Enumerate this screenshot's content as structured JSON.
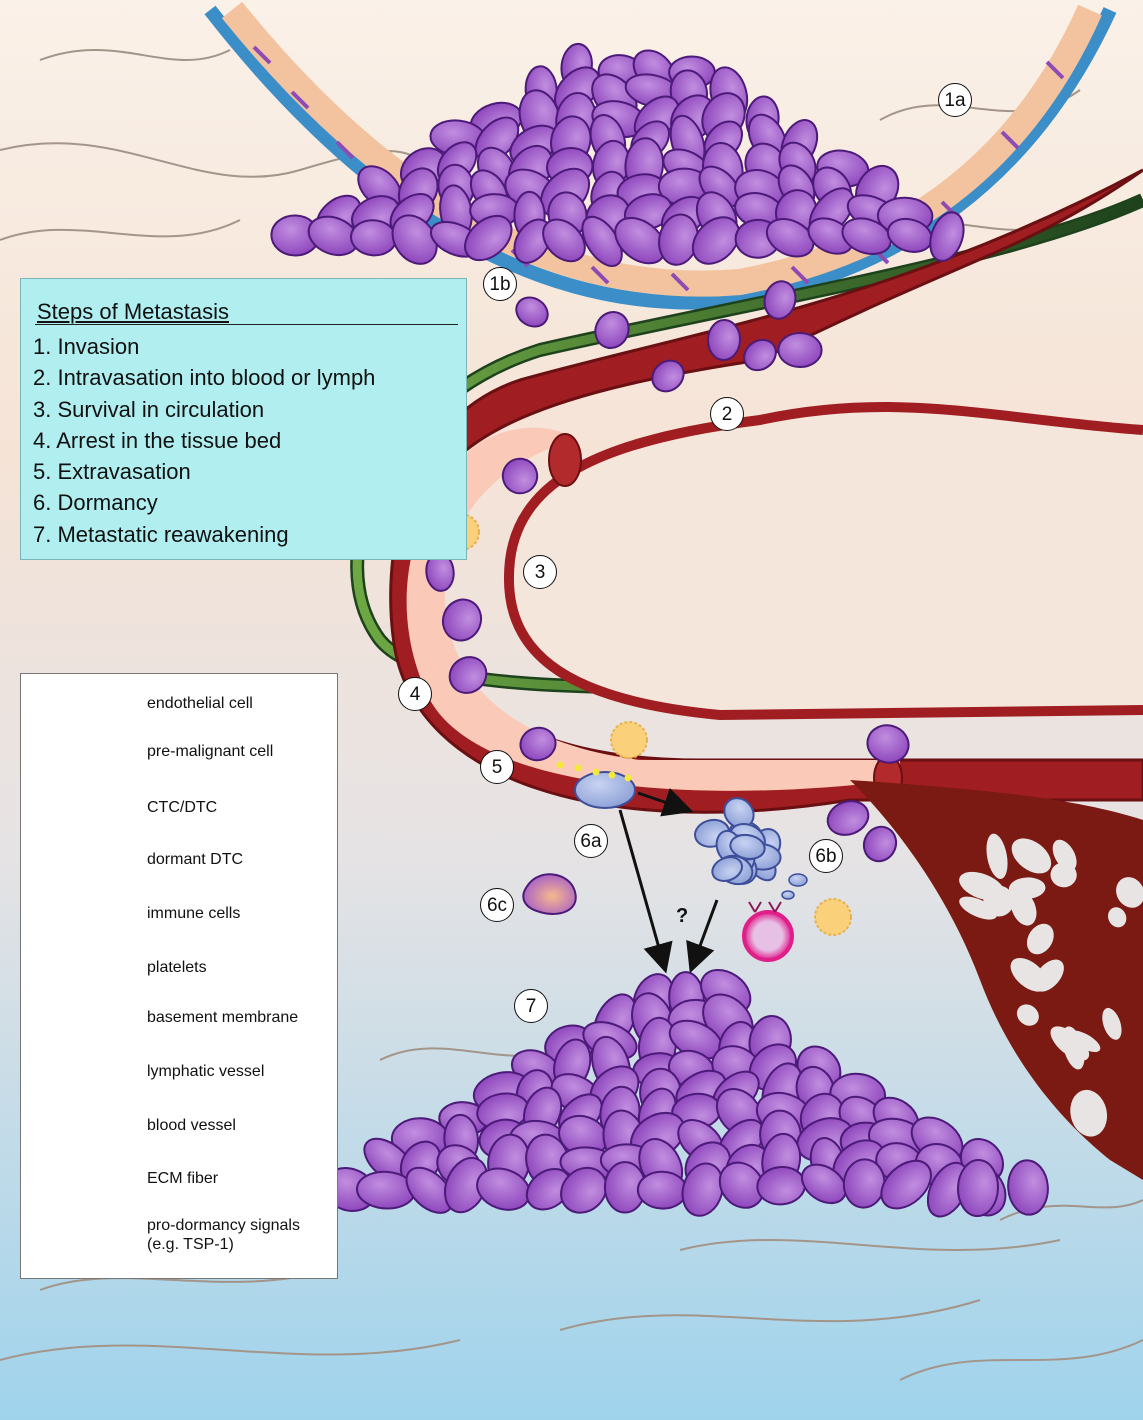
{
  "steps": {
    "title": "Steps of Metastasis",
    "items": [
      "1. Invasion",
      "2. Intravasation into blood or lymph",
      "3. Survival in circulation",
      "4. Arrest in the tissue bed",
      "5. Extravasation",
      "6. Dormancy",
      "7. Metastatic reawakening"
    ]
  },
  "legend": [
    {
      "key": "endothelial",
      "label": "endothelial cell"
    },
    {
      "key": "premalignant",
      "label": "pre-malignant cell"
    },
    {
      "key": "ctc",
      "label": "CTC/DTC"
    },
    {
      "key": "dormant",
      "label": "dormant DTC"
    },
    {
      "key": "immune",
      "label": "immune cells"
    },
    {
      "key": "platelets",
      "label": "platelets"
    },
    {
      "key": "basement",
      "label": "basement membrane"
    },
    {
      "key": "lymph",
      "label": "lymphatic vessel"
    },
    {
      "key": "blood",
      "label": "blood vessel"
    },
    {
      "key": "ecm",
      "label": "ECM fiber"
    },
    {
      "key": "signals",
      "label": "pro-dormancy signals",
      "sub": "(e.g. TSP-1)"
    }
  ],
  "markers": [
    "1a",
    "1b",
    "2",
    "3",
    "4",
    "5",
    "6a",
    "6b",
    "6c",
    "7"
  ],
  "question_mark": "?",
  "colors": {
    "bg_top": "#f7e9dc",
    "bg_bottom": "#a7d6ec",
    "steps_box": "#b0eef0",
    "tumor_cell": "#9b55c4",
    "tumor_outline": "#4c1a78",
    "dormant_cell": "#9aaee0",
    "dormant_outline": "#3e4e9a",
    "blood_vessel": "#a01e22",
    "blood_dark": "#6a0f12",
    "vessel_lumen": "#fbc9b8",
    "lymph_light": "#7fb24a",
    "lymph_dark": "#1e4a1e",
    "basement_membrane": "#3b8ec8",
    "endothelial": "#f8c59e",
    "immune_yellow": "#fbd07a",
    "immune_pink": "#e0208a",
    "ecm_fiber": "#a3958a",
    "signal_dots": "#f4e83a"
  }
}
